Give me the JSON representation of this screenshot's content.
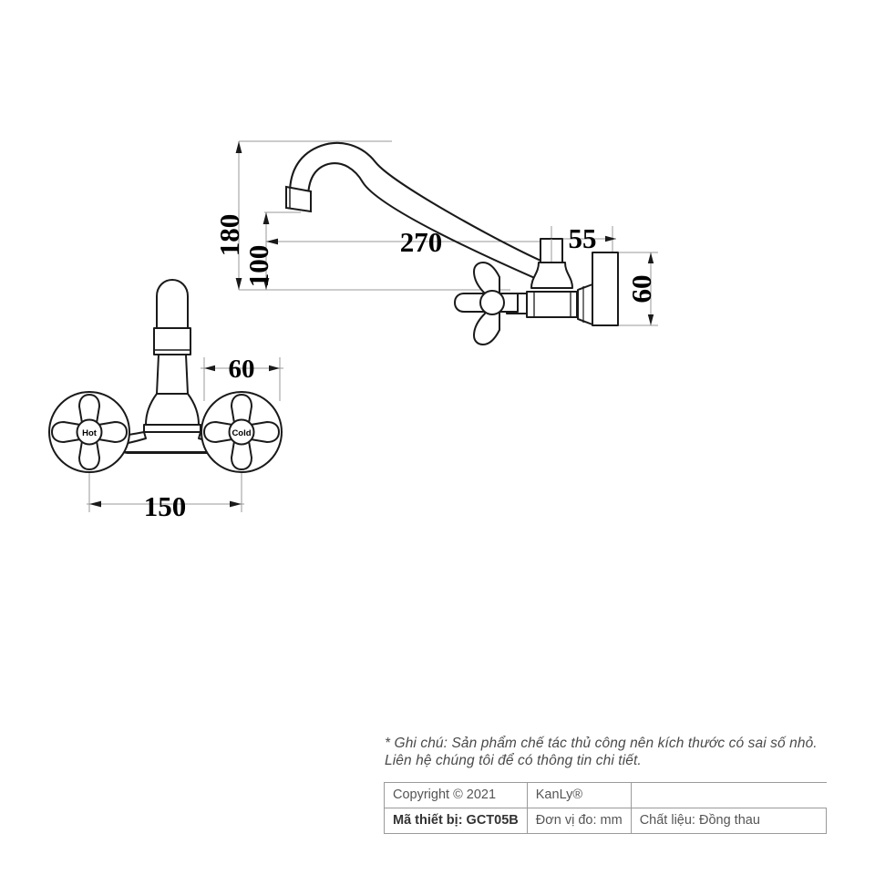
{
  "document": {
    "type": "technical-drawing",
    "product": "wall-mounted kitchen faucet",
    "background_color": "#ffffff",
    "line_color": "#1a1a1a",
    "dimension_line_color": "#9a9a9a"
  },
  "dimensions": {
    "spout_height_180": "180",
    "spout_height_100": "100",
    "spout_reach_270": "270",
    "valve_offset_55": "55",
    "flange_height_60": "60",
    "handle_spacing_60": "60",
    "handle_spread_150": "150"
  },
  "handles": {
    "hot_label": "Hot",
    "cold_label": "Cold"
  },
  "note": {
    "line1": "* Ghi chú: Sản phẩm chế tác thủ công nên kích thước có sai số nhỏ.",
    "line2": "Liên hệ chúng tôi để có thông tin chi tiết."
  },
  "spec_table": {
    "rows": [
      {
        "copyright": "Copyright © 2021",
        "brand": "KanLy®",
        "extra": ""
      },
      {
        "model": "Mã thiết bị: GCT05B",
        "unit": "Đơn vị đo: mm",
        "material": "Chất liệu: Đồng thau"
      }
    ]
  }
}
